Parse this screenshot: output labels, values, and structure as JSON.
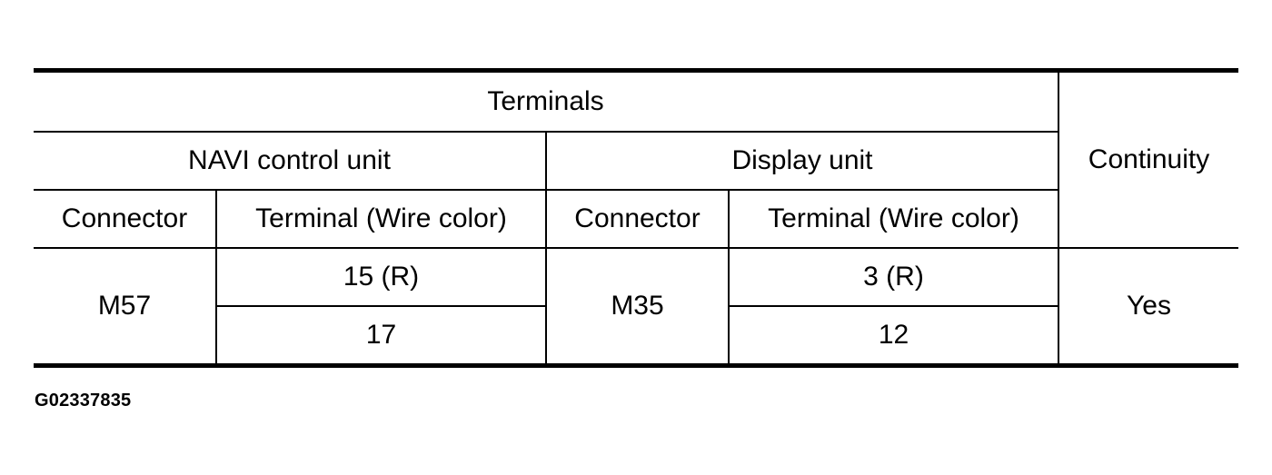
{
  "table": {
    "header": {
      "terminals": "Terminals",
      "continuity": "Continuity",
      "navi_control_unit": "NAVI control unit",
      "display_unit": "Display unit",
      "navi_connector": "Connector",
      "navi_terminal": "Terminal (Wire color)",
      "display_connector": "Connector",
      "display_terminal": "Terminal (Wire color)"
    },
    "rows": {
      "navi_connector": "M57",
      "navi_terminals": [
        "15 (R)",
        "17"
      ],
      "display_connector": "M35",
      "display_terminals": [
        "3 (R)",
        "12"
      ],
      "continuity": "Yes"
    }
  },
  "figure_id": "G02337835"
}
